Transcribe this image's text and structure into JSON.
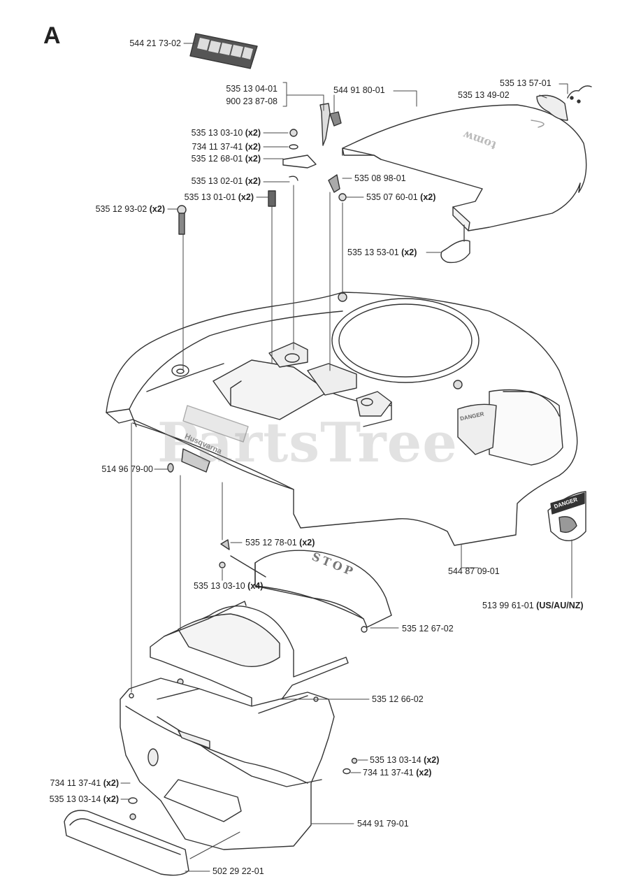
{
  "section_letter": "A",
  "watermark": "PartsTree",
  "stop_text": "STOP",
  "danger_text": "DANGER",
  "brand_text": "Husqvarna",
  "parts": [
    {
      "number": "544 21 73-02",
      "qty": ""
    },
    {
      "number": "535 13 04-01",
      "qty": ""
    },
    {
      "number": "900 23 87-08",
      "qty": ""
    },
    {
      "number": "544 91 80-01",
      "qty": ""
    },
    {
      "number": "535 13 57-01",
      "qty": ""
    },
    {
      "number": "535 13 49-02",
      "qty": ""
    },
    {
      "number": "535 13 03-10",
      "qty": "(x2)"
    },
    {
      "number": "734 11 37-41",
      "qty": "(x2)"
    },
    {
      "number": "535 12 68-01",
      "qty": "(x2)"
    },
    {
      "number": "535 13 02-01",
      "qty": "(x2)"
    },
    {
      "number": "535 08 98-01",
      "qty": ""
    },
    {
      "number": "535 13 01-01",
      "qty": "(x2)"
    },
    {
      "number": "535 07 60-01",
      "qty": "(x2)"
    },
    {
      "number": "535 12 93-02",
      "qty": "(x2)"
    },
    {
      "number": "535 13 53-01",
      "qty": "(x2)"
    },
    {
      "number": "514 96 79-00",
      "qty": ""
    },
    {
      "number": "535 12 78-01",
      "qty": "(x2)"
    },
    {
      "number": "535 13 03-10",
      "qty": "(x4)"
    },
    {
      "number": "544 87 09-01",
      "qty": ""
    },
    {
      "number": "513 99 61-01",
      "qty": "(US/AU/NZ)"
    },
    {
      "number": "535 12 67-02",
      "qty": ""
    },
    {
      "number": "535 12 66-02",
      "qty": ""
    },
    {
      "number": "535 13 03-14",
      "qty": "(x2)"
    },
    {
      "number": "734 11 37-41",
      "qty": "(x2)"
    },
    {
      "number": "734 11 37-41",
      "qty": "(x2)"
    },
    {
      "number": "535 13 03-14",
      "qty": "(x2)"
    },
    {
      "number": "544 91 79-01",
      "qty": ""
    },
    {
      "number": "502 29 22-01",
      "qty": ""
    }
  ]
}
